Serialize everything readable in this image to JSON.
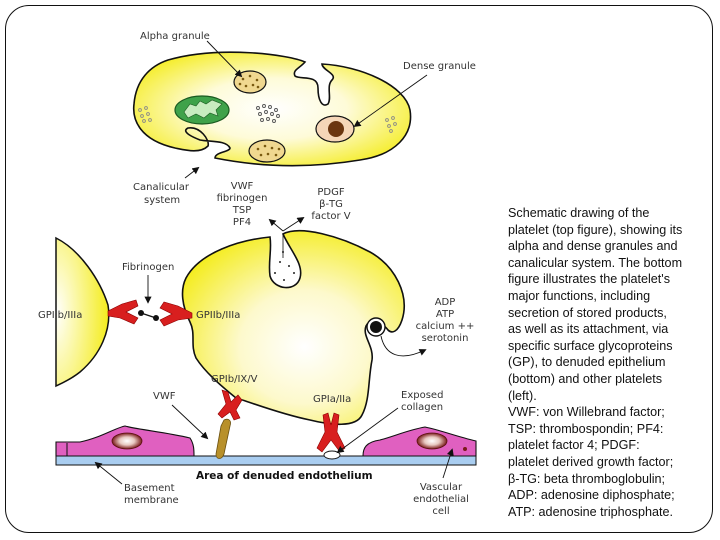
{
  "top_figure": {
    "labels": {
      "alpha_granule": "Alpha granule",
      "dense_granule": "Dense granule",
      "canalicular_1": "Canalicular",
      "canalicular_2": "system"
    }
  },
  "secretion": {
    "alpha_products": [
      "VWF",
      "fibrinogen",
      "TSP",
      "PF4"
    ],
    "dense_products": [
      "PDGF",
      "β-TG",
      "factor V"
    ],
    "dense_release": [
      "ADP",
      "ATP",
      "calcium ++",
      "serotonin"
    ]
  },
  "bottom_figure": {
    "labels": {
      "fibrinogen": "Fibrinogen",
      "gp2b3a_left": "GPIIb/IIIa",
      "gp2b3a_right": "GPIIb/IIIa",
      "gp1b": "GPIb/IX/V",
      "vwf": "VWF",
      "gp1a2a": "GPIa/IIa",
      "exposed_1": "Exposed",
      "exposed_2": "collagen",
      "denuded": "Area of denuded endothelium",
      "basement_1": "Basement",
      "basement_2": "membrane",
      "vascular_1": "Vascular",
      "vascular_2": "endothelial",
      "vascular_3": "cell"
    }
  },
  "caption": {
    "lines": [
      "Schematic drawing of the",
      "platelet (top figure), showing its",
      "alpha and dense granules and",
      "canalicular system. The bottom",
      "figure illustrates the platelet's",
      "major functions, including",
      "secretion of stored products,",
      "as well as its attachment, via",
      "specific surface glycoproteins",
      "(GP), to denuded epithelium",
      "(bottom) and other platelets",
      "(left).",
      "VWF: von Willebrand factor;",
      "TSP: thrombospondin; PF4:",
      "platelet factor 4; PDGF:",
      "platelet derived growth factor;",
      "β-TG: beta thromboglobulin;",
      "ADP: adenosine diphosphate;",
      "ATP: adenosine triphosphate."
    ]
  },
  "colors": {
    "platelet_yellow": "#f5ef2a",
    "receptor_red": "#d81f1f",
    "endothelial_pink": "#e060c0",
    "membrane_blue": "#a9cdf0",
    "vwf_brown": "#b8902a",
    "mitochondrion_green": "#3fa24a"
  }
}
